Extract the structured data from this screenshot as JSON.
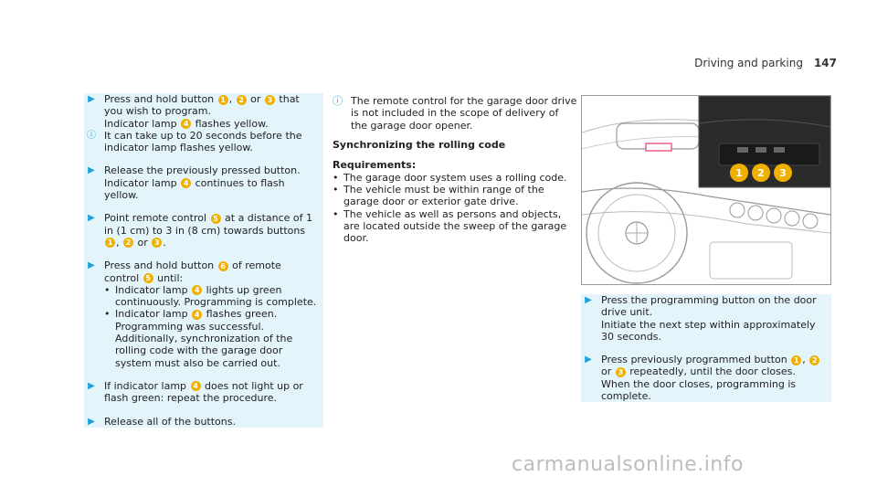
{
  "header": {
    "section": "Driving and parking",
    "page": "147"
  },
  "col1": [
    {
      "kind": "step",
      "segments": [
        {
          "t": "Press and hold button "
        },
        {
          "n": "1"
        },
        {
          "t": ", "
        },
        {
          "n": "2"
        },
        {
          "t": " or "
        },
        {
          "n": "3"
        },
        {
          "t": " that you wish to program."
        },
        {
          "br": true
        },
        {
          "t": "Indicator lamp "
        },
        {
          "n": "4"
        },
        {
          "t": " flashes yellow."
        }
      ]
    },
    {
      "kind": "info",
      "text": "It can take up to 20 seconds before the indicator lamp flashes yellow."
    },
    {
      "kind": "blank"
    },
    {
      "kind": "step",
      "segments": [
        {
          "t": "Release the previously pressed button."
        },
        {
          "br": true
        },
        {
          "t": "Indicator lamp "
        },
        {
          "n": "4"
        },
        {
          "t": " continues to flash yellow."
        }
      ]
    },
    {
      "kind": "blank"
    },
    {
      "kind": "step",
      "segments": [
        {
          "t": "Point remote control "
        },
        {
          "n": "5"
        },
        {
          "t": " at a distance of 1 in (1 cm) to 3 in (8 cm) towards buttons "
        },
        {
          "n": "1"
        },
        {
          "t": ", "
        },
        {
          "n": "2"
        },
        {
          "t": " or "
        },
        {
          "n": "3"
        },
        {
          "t": "."
        }
      ]
    },
    {
      "kind": "blank"
    },
    {
      "kind": "step",
      "segments": [
        {
          "t": "Press and hold button "
        },
        {
          "n": "6"
        },
        {
          "t": " of remote control "
        },
        {
          "n": "5"
        },
        {
          "t": " until:"
        }
      ],
      "bullets": [
        [
          {
            "t": "Indicator lamp "
          },
          {
            "n": "4"
          },
          {
            "t": " lights up green continuously. Programming is complete."
          }
        ],
        [
          {
            "t": "Indicator lamp "
          },
          {
            "n": "4"
          },
          {
            "t": " flashes green. Programming was successful. Additionally, synchronization of the rolling code with the garage door system must also be carried out."
          }
        ]
      ]
    },
    {
      "kind": "blank"
    },
    {
      "kind": "step",
      "segments": [
        {
          "t": "If indicator lamp "
        },
        {
          "n": "4"
        },
        {
          "t": " does not light up or flash green: repeat the procedure."
        }
      ]
    },
    {
      "kind": "blank"
    },
    {
      "kind": "step",
      "segments": [
        {
          "t": "Release all of the buttons."
        }
      ]
    }
  ],
  "col2": {
    "info": "The remote control for the garage door drive is not included in the scope of delivery of the garage door opener.",
    "heading": "Synchronizing the rolling code",
    "requirements_label": "Requirements:",
    "bullets": [
      "The garage door system uses a rolling code.",
      "The vehicle must be within range of the garage door or exterior gate drive.",
      "The vehicle as well as persons and objects, are located outside the sweep of the garage door."
    ]
  },
  "photo": {
    "callouts": [
      "1",
      "2",
      "3"
    ]
  },
  "col3": [
    {
      "kind": "step",
      "segments": [
        {
          "t": "Press the programming button on the door drive unit."
        },
        {
          "br": true
        },
        {
          "t": "Initiate the next step within approximately 30 seconds."
        }
      ]
    },
    {
      "kind": "blank"
    },
    {
      "kind": "step",
      "segments": [
        {
          "t": "Press previously programmed button "
        },
        {
          "n": "1"
        },
        {
          "t": ", "
        },
        {
          "n": "2"
        },
        {
          "t": " or "
        },
        {
          "n": "3"
        },
        {
          "t": " repeatedly, until the door closes."
        },
        {
          "br": true
        },
        {
          "t": "When the door closes, programming is complete."
        }
      ]
    }
  ],
  "watermark": "carmanualsonline.info",
  "colors": {
    "accent": "#1da1d9",
    "callout": "#f0b000",
    "panel": "#e4f4fb"
  }
}
